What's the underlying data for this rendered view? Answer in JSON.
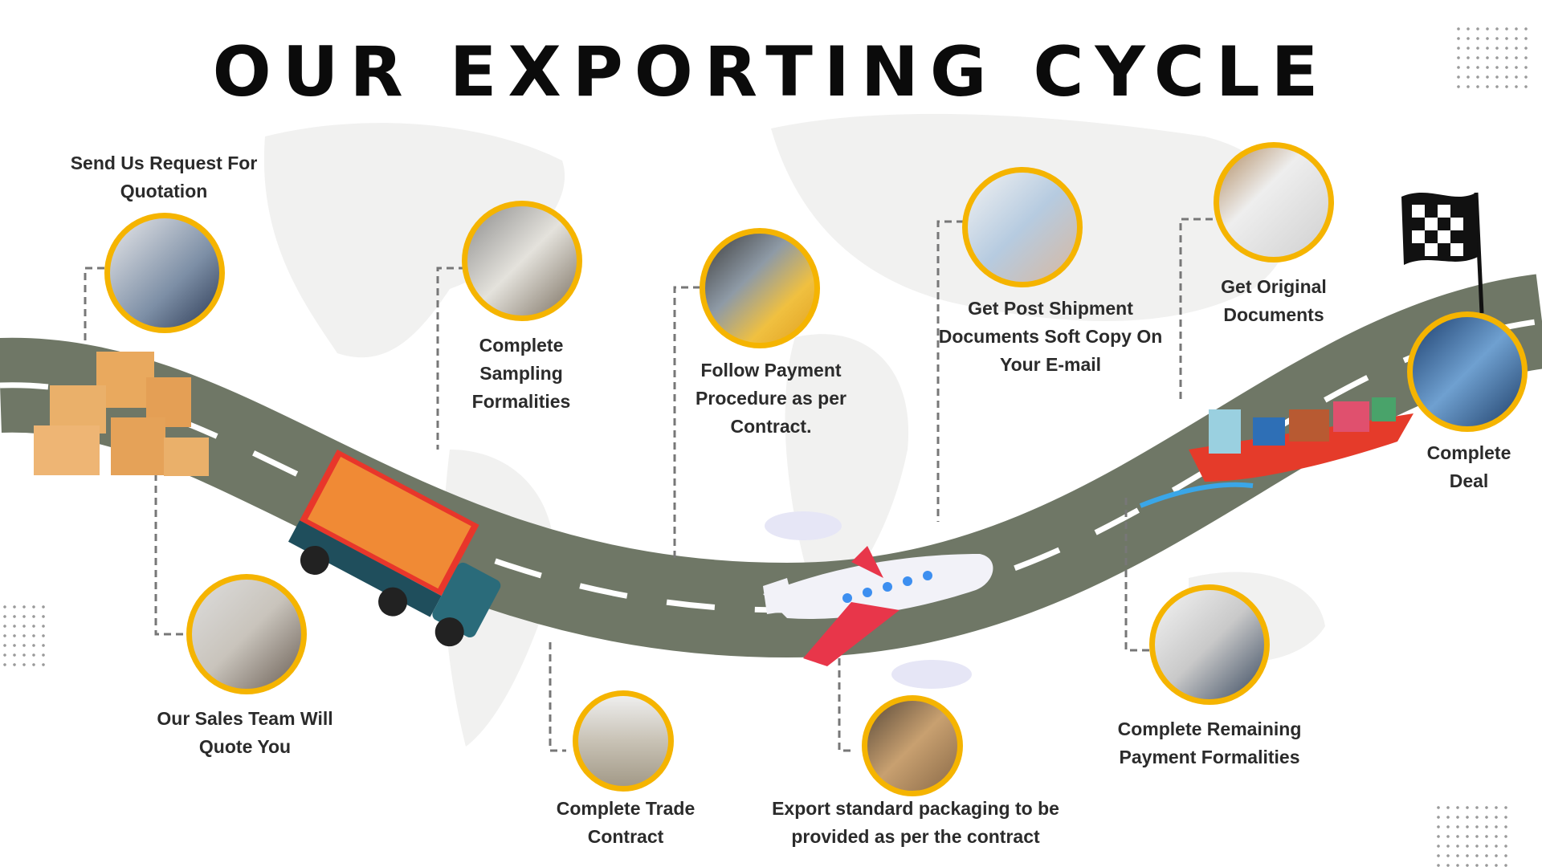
{
  "title": "OUR EXPORTING CYCLE",
  "colors": {
    "accent": "#f5b400",
    "road": "#6f7766",
    "text": "#2b2b2b"
  },
  "steps": [
    {
      "label": "Send Us Request For Quotation",
      "icon": "office-meeting-photo"
    },
    {
      "label": "Our Sales Team Will Quote You",
      "icon": "sales-team-photo"
    },
    {
      "label": "Complete Sampling Formalities",
      "icon": "sampling-photo"
    },
    {
      "label": "Complete Trade Contract",
      "icon": "paper-stack-photo"
    },
    {
      "label": "Follow Payment Procedure as per Contract.",
      "icon": "credit-card-photo"
    },
    {
      "label": "Export standard packaging to be provided as per the contract",
      "icon": "warehouse-packaging-photo"
    },
    {
      "label": "Get Post Shipment Documents Soft Copy On Your  E-mail",
      "icon": "tablet-photo"
    },
    {
      "label": "Complete Remaining Payment Formalities",
      "icon": "documents-pen-photo"
    },
    {
      "label": "Get Original Documents",
      "icon": "signing-documents-photo"
    },
    {
      "label": "Complete Deal",
      "icon": "handshake-photo"
    }
  ]
}
